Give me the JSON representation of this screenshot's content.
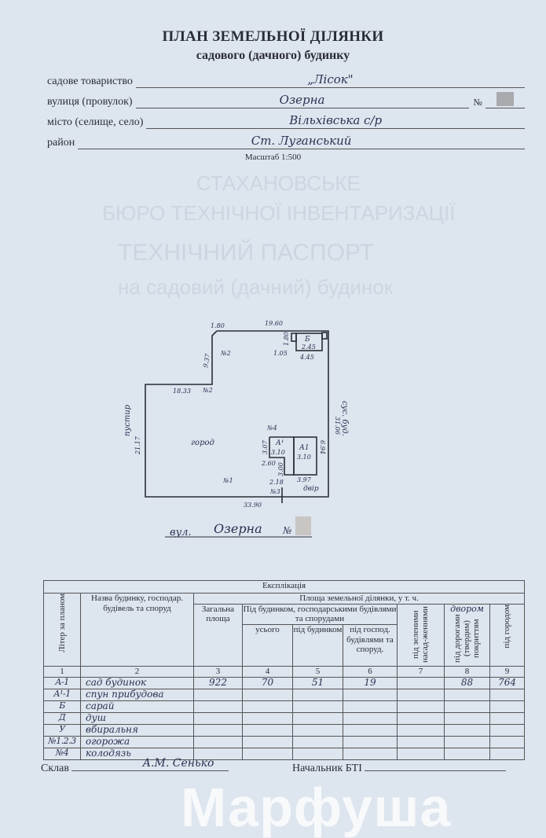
{
  "header": {
    "title": "ПЛАН ЗЕМЕЛЬНОЇ ДІЛЯНКИ",
    "subtitle": "садового (дачного) будинку",
    "fields": [
      {
        "label": "садове товариство",
        "value": "„Лісок\""
      },
      {
        "label": "вулиця (провулок)",
        "value": "Озерна",
        "number_label": "№"
      },
      {
        "label": "місто (селище, село)",
        "value": "Вільхівська с/р"
      },
      {
        "label": "район",
        "value": "Ст. Луганський"
      }
    ],
    "scale": "Масштаб 1:500"
  },
  "plan": {
    "dimensions": [
      "1.80",
      "19.60",
      "9.37",
      "18.33",
      "21.17",
      "31.06",
      "33.90",
      "4.45",
      "1.05",
      "1.80",
      "2.45",
      "3.07",
      "2.60",
      "3.00",
      "2.18",
      "3.97",
      "6.94",
      "3.10",
      "3.10"
    ],
    "labels": {
      "garden": "город",
      "wasteland": "пустир",
      "neighbor": "сус. буд.",
      "yard": "двір",
      "b": "Б",
      "a1_ext": "А¹",
      "a1": "А1",
      "fence1": "№1",
      "fence2": "№2",
      "fence2b": "№2",
      "fence3": "№3",
      "well": "№4"
    },
    "street_prefix": "вул.",
    "street": "Озерна",
    "number_mark": "№"
  },
  "table": {
    "title": "Експлікація",
    "col_letter": "Літер за планом",
    "col_name": "Назва будинку, господар. будівель та споруд",
    "area_group": "Площа земельної ділянки, у т. ч.",
    "col_total": "Загальна площа",
    "built_group": "Під будинком, господарськими будівлями та спорудами",
    "col_all": "усього",
    "col_house": "під будинком",
    "col_outbuild": "під господ. будівлями та споруд.",
    "col_green": "під зеленими насад-женнями",
    "col_roads": "під дорогами (твердим) покриттям",
    "col_roads_note": "двором",
    "col_garden": "під городом",
    "col_numbers": [
      "1",
      "2",
      "3",
      "4",
      "5",
      "6",
      "7",
      "8",
      "9"
    ],
    "rows": [
      {
        "letter": "А-1",
        "name": "сад будинок",
        "total": "922",
        "all": "70",
        "house": "51",
        "outbuild": "19",
        "green": "",
        "roads": "88",
        "garden": "764"
      },
      {
        "letter": "А¹-1",
        "name": "спун прибудова",
        "total": "",
        "all": "",
        "house": "",
        "outbuild": "",
        "green": "",
        "roads": "",
        "garden": ""
      },
      {
        "letter": "Б",
        "name": "сарай",
        "total": "",
        "all": "",
        "house": "",
        "outbuild": "",
        "green": "",
        "roads": "",
        "garden": ""
      },
      {
        "letter": "Д",
        "name": "душ",
        "total": "",
        "all": "",
        "house": "",
        "outbuild": "",
        "green": "",
        "roads": "",
        "garden": ""
      },
      {
        "letter": "У",
        "name": "вбиральня",
        "total": "",
        "all": "",
        "house": "",
        "outbuild": "",
        "green": "",
        "roads": "",
        "garden": ""
      },
      {
        "letter": "№1.2.3",
        "name": "огорожа",
        "total": "",
        "all": "",
        "house": "",
        "outbuild": "",
        "green": "",
        "roads": "",
        "garden": ""
      },
      {
        "letter": "№4",
        "name": "колодязь",
        "total": "",
        "all": "",
        "house": "",
        "outbuild": "",
        "green": "",
        "roads": "",
        "garden": ""
      }
    ]
  },
  "footer": {
    "compiled_label": "Склав",
    "compiled_sign": "А.М. Сенько",
    "head_label": "Начальник БТІ"
  },
  "background_stamp": {
    "line1": "СТАХАНОВСЬКЕ",
    "line2": "БЮРО ТЕХНІЧНОЇ ІНВЕНТАРИЗАЦІЇ",
    "line3": "ТЕХНІЧНИЙ ПАСПОРТ",
    "line4": "на садовий (дачний) будинок"
  },
  "watermark": "Марфуша",
  "colors": {
    "paper": "#dde5ee",
    "ink": "#2b3152",
    "print": "#2a2d35"
  }
}
